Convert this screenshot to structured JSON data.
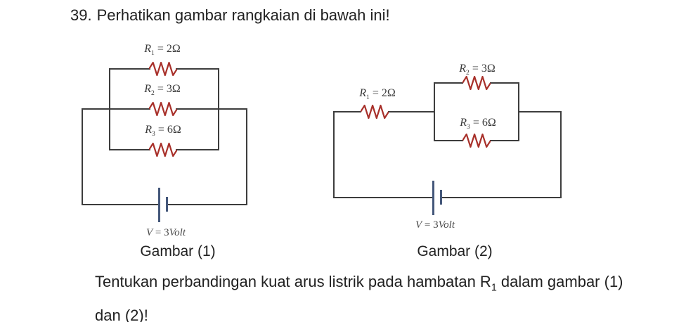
{
  "page": {
    "number": "39.",
    "title": "Perhatikan gambar rangkaian di bawah ini!",
    "question": {
      "line1_before": "Tentukan perbandingan kuat arus listrik pada hambatan R",
      "line1_sub": "1",
      "line1_after": " dalam gambar (1)",
      "line2": "dan (2)!"
    }
  },
  "colors": {
    "text": "#212121",
    "wire": "#3d3d3d",
    "resistor": "#a8302a",
    "battery": "#44577a",
    "label": "#3a3a3a"
  },
  "circuit1": {
    "caption": "Gambar (1)",
    "topology": "three resistors in parallel with battery",
    "resistors": [
      {
        "sym": "R",
        "sub": "1",
        "val": " = 2Ω"
      },
      {
        "sym": "R",
        "sub": "2",
        "val": " = 3Ω"
      },
      {
        "sym": "R",
        "sub": "3",
        "val": " = 6Ω"
      }
    ],
    "voltage": {
      "sym": "V",
      "eq": " = 3",
      "unit": "Volt"
    }
  },
  "circuit2": {
    "caption": "Gambar (2)",
    "topology": "R1 in series with parallel pair R2, R3 and battery",
    "resistors": [
      {
        "sym": "R",
        "sub": "1",
        "val": " = 2Ω"
      },
      {
        "sym": "R",
        "sub": "2",
        "val": " = 3Ω"
      },
      {
        "sym": "R",
        "sub": "3",
        "val": " = 6Ω"
      }
    ],
    "voltage": {
      "sym": "V",
      "eq": " = 3",
      "unit": "Volt"
    }
  }
}
